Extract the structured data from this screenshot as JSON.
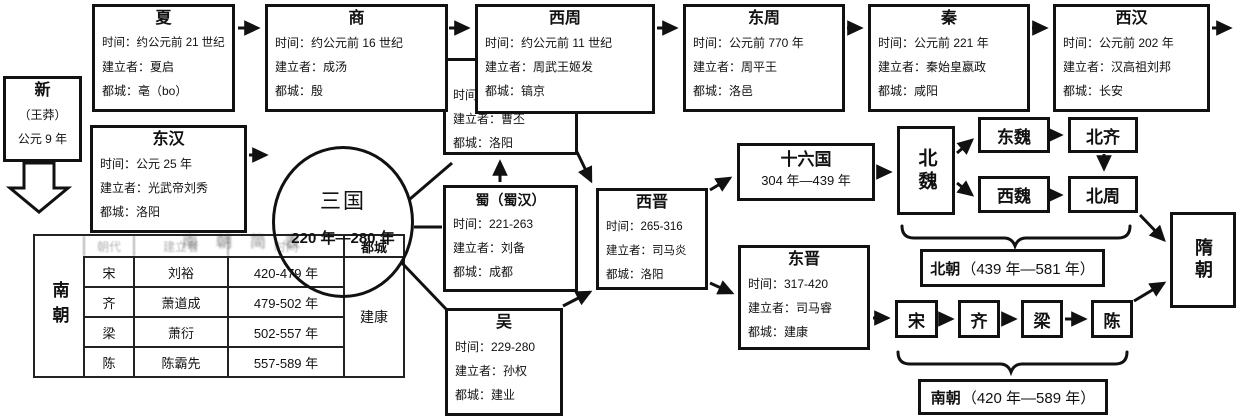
{
  "boxes": {
    "xia": {
      "title": "夏",
      "time": "时间：约公元前 21 世纪",
      "founder": "建立者：夏启",
      "capital": "都城：亳（bo）"
    },
    "shang": {
      "title": "商",
      "time": "时间：约公元前 16 世纪",
      "founder": "建立者：成汤",
      "capital": "都城：殷"
    },
    "xizhou": {
      "title": "西周",
      "time": "时间：约公元前 11 世纪",
      "founder": "建立者：周武王姬发",
      "capital": "都城：镐京"
    },
    "dongzhou": {
      "title": "东周",
      "time": "时间：公元前 770 年",
      "founder": "建立者：周平王",
      "capital": "都城：洛邑"
    },
    "qin": {
      "title": "秦",
      "time": "时间：公元前 221 年",
      "founder": "建立者：秦始皇嬴政",
      "capital": "都城：咸阳"
    },
    "xihan": {
      "title": "西汉",
      "time": "时间：公元前 202 年",
      "founder": "建立者：汉高祖刘邦",
      "capital": "都城：长安"
    },
    "xin": {
      "title": "新",
      "line1": "（王莽）",
      "line2": "公元 9 年"
    },
    "donghan": {
      "title": "东汉",
      "time": "时间：公元 25 年",
      "founder": "建立者：光武帝刘秀",
      "capital": "都城：洛阳"
    },
    "sanguo": {
      "title": "三国",
      "years": "220 年—280 年"
    },
    "wei": {
      "time": "时间：",
      "founder": "建立者：曹丕",
      "capital": "都城：洛阳"
    },
    "shu": {
      "title": "蜀（蜀汉）",
      "time": "时间：221-263",
      "founder": "建立者：刘备",
      "capital": "都城：成都"
    },
    "wu": {
      "title": "吴",
      "time": "时间：229-280",
      "founder": "建立者：孙权",
      "capital": "都城：建业"
    },
    "xijin": {
      "title": "西晋",
      "time": "时间：265-316",
      "founder": "建立者：司马炎",
      "capital": "都城：洛阳"
    },
    "dongjin": {
      "title": "东晋",
      "time": "时间：317-420",
      "founder": "建立者：司马睿",
      "capital": "都城：建康"
    },
    "shiliuguo": {
      "title": "十六国",
      "years": "304 年—439 年"
    },
    "beiwei": {
      "title": "北魏"
    },
    "dongwei": {
      "title": "东魏"
    },
    "beiqi": {
      "title": "北齐"
    },
    "xiwei": {
      "title": "西魏"
    },
    "beizhou": {
      "title": "北周"
    },
    "sui": {
      "title": "隋朝"
    },
    "song": {
      "title": "宋"
    },
    "qi": {
      "title": "齐"
    },
    "liang": {
      "title": "梁"
    },
    "chen": {
      "title": "陈"
    }
  },
  "labels": {
    "beichao": {
      "name": "北朝",
      "years": "（439 年—581 年）"
    },
    "nanchao": {
      "name": "南朝",
      "years": "（420 年—589 年）"
    }
  },
  "table": {
    "caption": "南朝简表",
    "side_header": "南朝",
    "columns": [
      "朝代",
      "建立者",
      "时间",
      "都城"
    ],
    "rows": [
      {
        "dynasty": "宋",
        "founder": "刘裕",
        "period": "420-479 年"
      },
      {
        "dynasty": "齐",
        "founder": "萧道成",
        "period": "479-502 年"
      },
      {
        "dynasty": "梁",
        "founder": "萧衍",
        "period": "502-557 年"
      },
      {
        "dynasty": "陈",
        "founder": "陈霸先",
        "period": "557-589 年"
      }
    ],
    "capital_merged": "建康"
  },
  "colors": {
    "ink": "#111111",
    "background": "#ffffff"
  }
}
